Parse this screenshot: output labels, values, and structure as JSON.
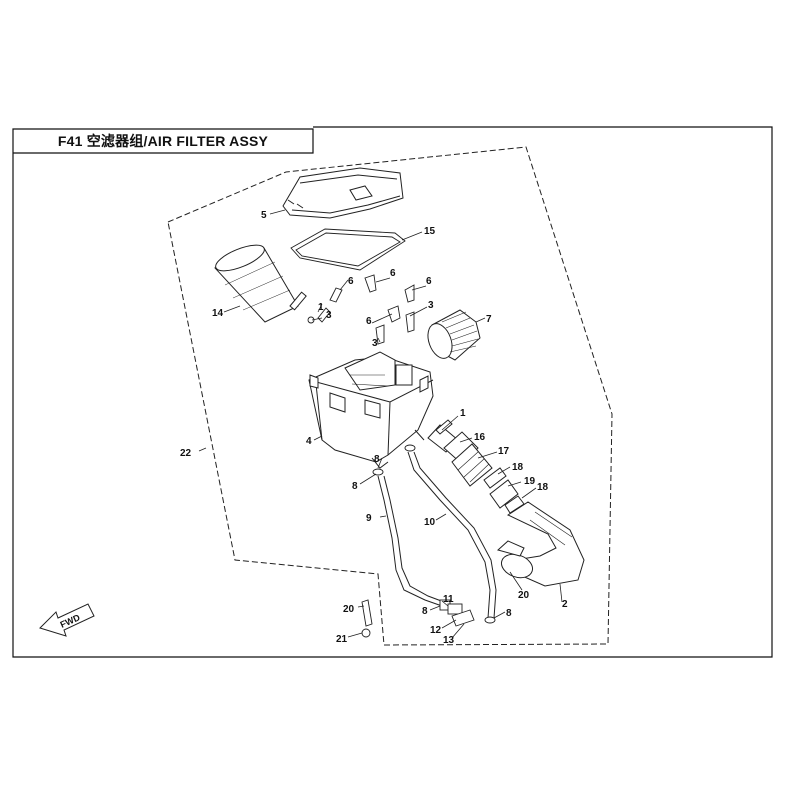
{
  "title": "F41  空滤器组/AIR FILTER ASSY",
  "fwd_label": "FWD",
  "callouts": [
    {
      "id": "c5",
      "text": "5"
    },
    {
      "id": "c15",
      "text": "15"
    },
    {
      "id": "c14",
      "text": "14"
    },
    {
      "id": "c6a",
      "text": "6"
    },
    {
      "id": "c1a",
      "text": "1"
    },
    {
      "id": "c3a",
      "text": "3"
    },
    {
      "id": "c6b",
      "text": "6"
    },
    {
      "id": "c6c",
      "text": "6"
    },
    {
      "id": "c3b",
      "text": "3"
    },
    {
      "id": "c6d",
      "text": "6"
    },
    {
      "id": "c3c",
      "text": "3"
    },
    {
      "id": "c7",
      "text": "7"
    },
    {
      "id": "c22",
      "text": "22"
    },
    {
      "id": "c4",
      "text": "4"
    },
    {
      "id": "c8a",
      "text": "8"
    },
    {
      "id": "c8b",
      "text": "8"
    },
    {
      "id": "c9",
      "text": "9"
    },
    {
      "id": "c1b",
      "text": "1"
    },
    {
      "id": "c16",
      "text": "16"
    },
    {
      "id": "c17",
      "text": "17"
    },
    {
      "id": "c18a",
      "text": "18"
    },
    {
      "id": "c19",
      "text": "19"
    },
    {
      "id": "c18b",
      "text": "18"
    },
    {
      "id": "c10",
      "text": "10"
    },
    {
      "id": "c20a",
      "text": "20"
    },
    {
      "id": "c2",
      "text": "2"
    },
    {
      "id": "c20b",
      "text": "20"
    },
    {
      "id": "c21",
      "text": "21"
    },
    {
      "id": "c8c",
      "text": "8"
    },
    {
      "id": "c11",
      "text": "11"
    },
    {
      "id": "c12",
      "text": "12"
    },
    {
      "id": "c13",
      "text": "13"
    },
    {
      "id": "c8d",
      "text": "8"
    }
  ]
}
